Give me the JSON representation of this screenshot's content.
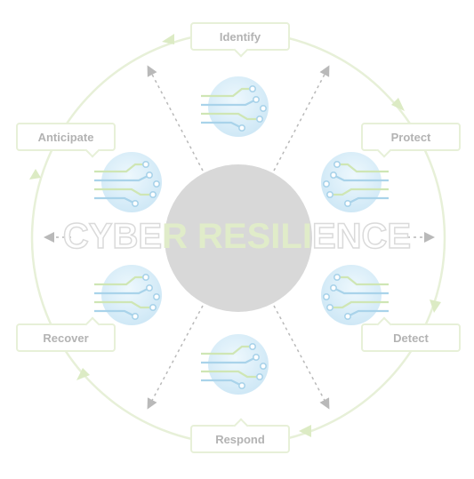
{
  "diagram": {
    "title_parts": [
      "CYBE",
      "R RESILI",
      "ENCE"
    ],
    "stages": {
      "identify": "Identify",
      "protect": "Protect",
      "detect": "Detect",
      "respond": "Respond",
      "recover": "Recover",
      "anticipate": "Anticipate"
    },
    "colors": {
      "ring": "#e7f0d8",
      "arrow_head": "#dcebc4",
      "center_circle": "#d8d8d8",
      "dashed_arrow": "#b9b9b9",
      "label_text": "#b3b3b3",
      "node_fill": "#d7eef9",
      "node_circuit": "#a9d3ea"
    },
    "node_icon": "circuit-chip-icon"
  }
}
